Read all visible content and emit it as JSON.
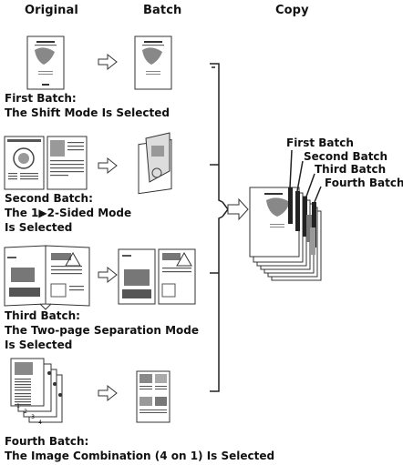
{
  "headers": {
    "original": "Original",
    "batch": "Batch",
    "copy": "Copy"
  },
  "batches": [
    {
      "caption_line1": "First Batch:",
      "caption_line2": "The Shift Mode Is Selected",
      "caption_line3": ""
    },
    {
      "caption_line1": "Second Batch:",
      "caption_line2": "The 1▶2-Sided Mode",
      "caption_line3": "Is Selected"
    },
    {
      "caption_line1": "Third Batch:",
      "caption_line2": "The Two-page Separation Mode",
      "caption_line3": "Is Selected"
    },
    {
      "caption_line1": "Fourth Batch:",
      "caption_line2": "The Image Combination (4 on 1) Is Selected",
      "caption_line3": ""
    }
  ],
  "copy_labels": [
    "First Batch",
    "Second Batch",
    "Third Batch",
    "Fourth Batch"
  ],
  "stack_numbers": [
    "1",
    "2",
    "3",
    "4"
  ]
}
